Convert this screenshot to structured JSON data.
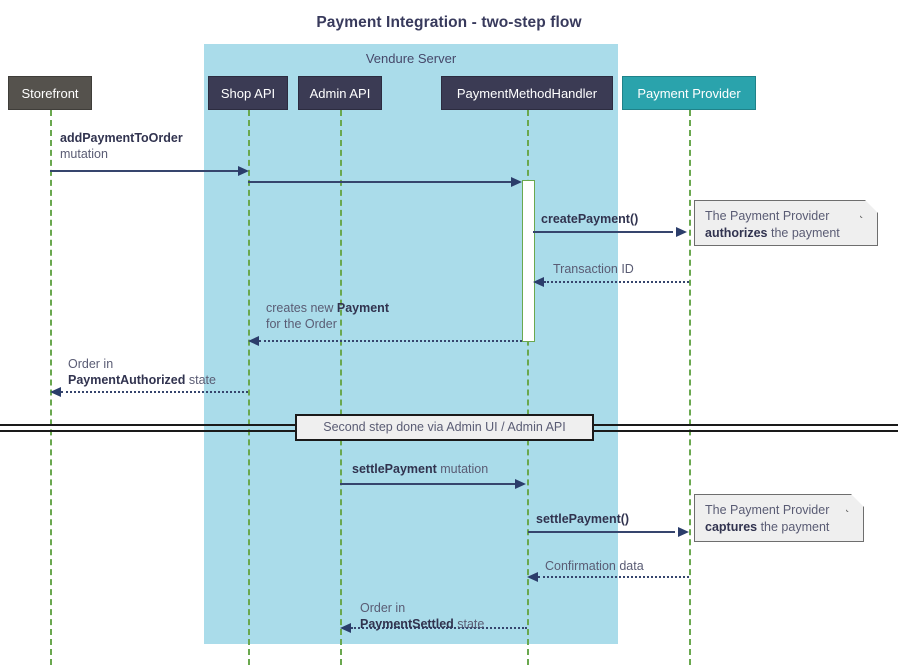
{
  "title": "Payment Integration - two-step flow",
  "group": {
    "label": "Vendure Server",
    "color": "#aadcea"
  },
  "colors": {
    "participant_dark": "#3b3b54",
    "participant_grey": "#55524d",
    "participant_teal": "#2aa3ac",
    "lifeline": "#6aa84f",
    "arrow": "#36456d",
    "note_bg": "#efefef",
    "title_text": "#383a5c"
  },
  "participants": [
    {
      "name": "storefront",
      "label": "Storefront",
      "style": "grey"
    },
    {
      "name": "shop-api",
      "label": "Shop API",
      "style": "dark"
    },
    {
      "name": "admin-api",
      "label": "Admin API",
      "style": "dark"
    },
    {
      "name": "payment-method-handler",
      "label": "PaymentMethodHandler",
      "style": "dark"
    },
    {
      "name": "payment-provider",
      "label": "Payment Provider",
      "style": "teal"
    }
  ],
  "messages": [
    {
      "name": "add-payment-to-order",
      "line1": "addPaymentToOrder",
      "line1_bold": true,
      "line2": "mutation",
      "line2_bold": false,
      "kind": "solid",
      "dir": "right"
    },
    {
      "name": "create-payment",
      "line1": "createPayment()",
      "line1_bold": true,
      "line2": "",
      "line2_bold": false,
      "kind": "solid",
      "dir": "right"
    },
    {
      "name": "transaction-id",
      "line1": "Transaction ID",
      "line1_bold": false,
      "line2": "",
      "line2_bold": false,
      "kind": "dotted",
      "dir": "left"
    },
    {
      "name": "creates-new-payment",
      "line1": "creates new ",
      "line1_bold_tail": "Payment",
      "line2": "for the Order",
      "kind": "dotted",
      "dir": "left"
    },
    {
      "name": "order-payment-authorized",
      "line1": "Order in",
      "line2_bold_head": "PaymentAuthorized",
      "line2_tail": " state",
      "kind": "dotted",
      "dir": "left"
    },
    {
      "name": "settle-payment-mutation",
      "line1_bold_head": "settlePayment",
      "line1_tail": " mutation",
      "kind": "solid",
      "dir": "right"
    },
    {
      "name": "settle-payment-call",
      "line1": "settlePayment()",
      "line1_bold": true,
      "kind": "solid",
      "dir": "right"
    },
    {
      "name": "confirmation-data",
      "line1": "Confirmation data",
      "line1_bold": false,
      "kind": "dotted",
      "dir": "left"
    },
    {
      "name": "order-payment-settled",
      "line1": "Order in",
      "line2_bold_head": "PaymentSettled",
      "line2_tail": " state",
      "kind": "dotted",
      "dir": "left"
    }
  ],
  "labels": {
    "add_payment_line1": "addPaymentToOrder",
    "add_payment_line2": "mutation",
    "create_payment": "createPayment()",
    "transaction_id": "Transaction ID",
    "creates_new_prefix": "creates new ",
    "creates_new_bold": "Payment",
    "creates_new_line2": "for the Order",
    "order_in": "Order in",
    "payment_authorized_bold": "PaymentAuthorized",
    "payment_authorized_tail": " state",
    "settle_payment_bold": "settlePayment",
    "settle_payment_tail": " mutation",
    "settle_payment_call": "settlePayment()",
    "confirmation_data": "Confirmation data",
    "payment_settled_bold": "PaymentSettled",
    "payment_settled_tail": " state"
  },
  "notes": [
    {
      "name": "note-authorizes",
      "line1": "The Payment Provider",
      "line2_bold": "authorizes",
      "line2_tail": " the payment"
    },
    {
      "name": "note-captures",
      "line1": "The Payment Provider",
      "line2_bold": "captures",
      "line2_tail": " the payment"
    }
  ],
  "divider": {
    "label": "Second step done via Admin UI / Admin API"
  }
}
